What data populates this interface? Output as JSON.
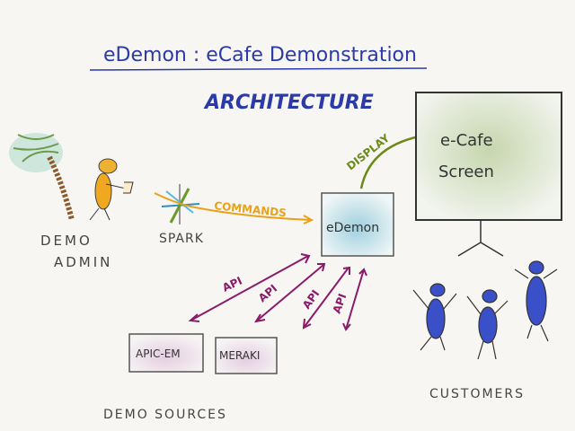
{
  "title": "eDemon : eCafe Demonstration",
  "subtitle": "ARCHITECTURE",
  "admin": {
    "line1": "DEMO",
    "line2": "ADMIN"
  },
  "spark": "SPARK",
  "commands": "COMMANDS",
  "edemon": "eDemon",
  "display": "DISPLAY",
  "screen": {
    "line1": "e-Cafe",
    "line2": "Screen"
  },
  "api_labels": [
    "API",
    "API",
    "API",
    "API"
  ],
  "sources": [
    "APIC-EM",
    "MERAKI"
  ],
  "sources_label": "DEMO SOURCES",
  "customers": "CUSTOMERS",
  "colors": {
    "title": "#2a3aa8",
    "commands": "#e8a21a",
    "api": "#8a1a6a",
    "display": "#6a8a1a",
    "edemon_fill": "#a8d4e0",
    "screen_fill": "#c8d8b0"
  }
}
